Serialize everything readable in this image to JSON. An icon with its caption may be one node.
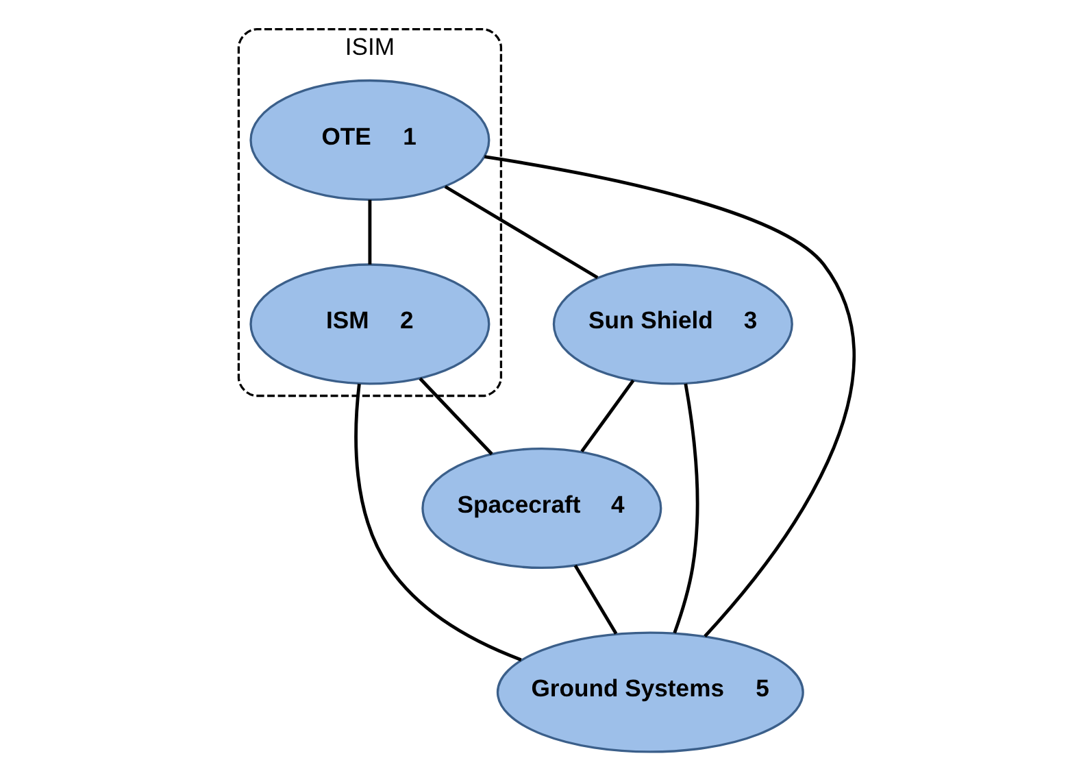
{
  "diagram": {
    "nodes": [
      {
        "text": [
          "ISIM"
        ]
      },
      {
        "text": [
          "OTE",
          "1"
        ],
        "in": 0
      },
      {
        "text": [
          "ISM",
          "2"
        ],
        "in": 0
      },
      {
        "text": [
          "Sun Shield",
          "3"
        ]
      },
      {
        "text": [
          "Spacecraft",
          "4"
        ]
      },
      {
        "text": [
          "Ground Systems",
          "5"
        ]
      }
    ],
    "edges": [
      {
        "from": 1,
        "to": 2,
        "arrow": "none"
      },
      {
        "from": 1,
        "to": 3,
        "arrow": "none"
      },
      {
        "from": 1,
        "to": 5,
        "arrow": "none"
      },
      {
        "from": 2,
        "to": 4,
        "arrow": "none"
      },
      {
        "from": 2,
        "to": 5,
        "arrow": "none"
      },
      {
        "from": 3,
        "to": 4,
        "arrow": "none"
      },
      {
        "from": 3,
        "to": 5,
        "arrow": "none"
      },
      {
        "from": 4,
        "to": 5,
        "arrow": "none"
      }
    ]
  }
}
